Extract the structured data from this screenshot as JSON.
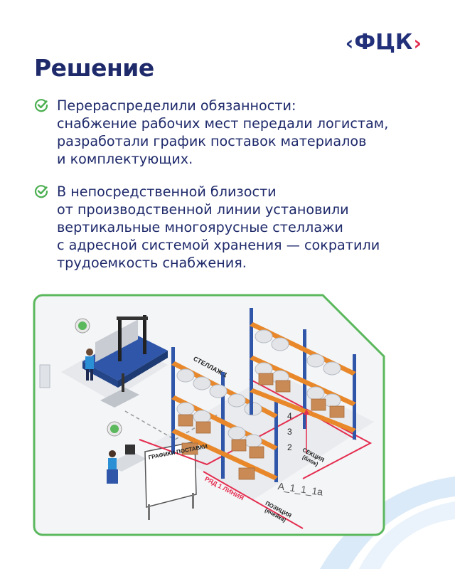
{
  "brand": {
    "logo_text": "ФЦК",
    "logo_left": "‹",
    "logo_right": "›"
  },
  "page": {
    "title": "Решение"
  },
  "bullets": [
    {
      "text": "Перераспределили обязанности:\nснабжение рабочих мест передали логистам,\nразработали график поставок материалов\nи комплектующих."
    },
    {
      "text": "В непосредственной близости\nот производственной линии установили\nвертикальные многоярусные стеллажи\nс адресной системой хранения — сократили\nтрудоемкость снабжения."
    }
  ],
  "illustration": {
    "rack_label": "СТЕЛЛАЖ 1",
    "board_label": "ГРАФИКИ ПОСТАВКИ",
    "row_label": "РЯД 1 ЛИНИЯ",
    "levels": [
      "4",
      "3",
      "2"
    ],
    "section_label": "СЕКЦИЯ\n(блок)",
    "position_label": "ПОЗИЦИЯ\n(ячейка)",
    "address_code": "А_1_1_1а"
  },
  "colors": {
    "primary": "#1f2a6b",
    "accent_red": "#e42d4f",
    "check_green": "#4caf50",
    "frame_green": "#5bb85d",
    "rack_blue": "#2f56a8",
    "rack_orange": "#e8882a"
  }
}
